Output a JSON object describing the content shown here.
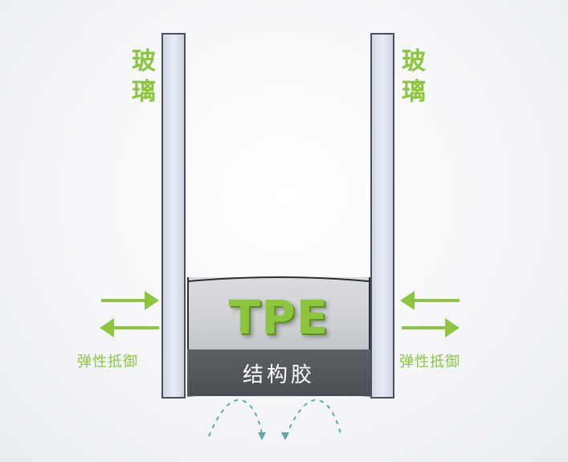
{
  "labels": {
    "glass_left": "玻\n璃",
    "glass_right": "玻\n璃",
    "tpe": "TPE",
    "structural_adhesive": "结构胶",
    "elastic_resistance_left": "弹性抵御",
    "elastic_resistance_right": "弹性抵御"
  },
  "colors": {
    "accent_green": "#8cc63f",
    "glass_fill": "#dfe5f1",
    "glass_border": "#4a4f5a",
    "tpe_fill": "#d0d2d6",
    "adhesive_fill": "#55585c",
    "drip_color": "#5fa7a6"
  },
  "icons": {
    "arrow_right": "arrow-right-icon",
    "arrow_left": "arrow-left-icon",
    "drip_arc": "drip-arc-icon"
  }
}
